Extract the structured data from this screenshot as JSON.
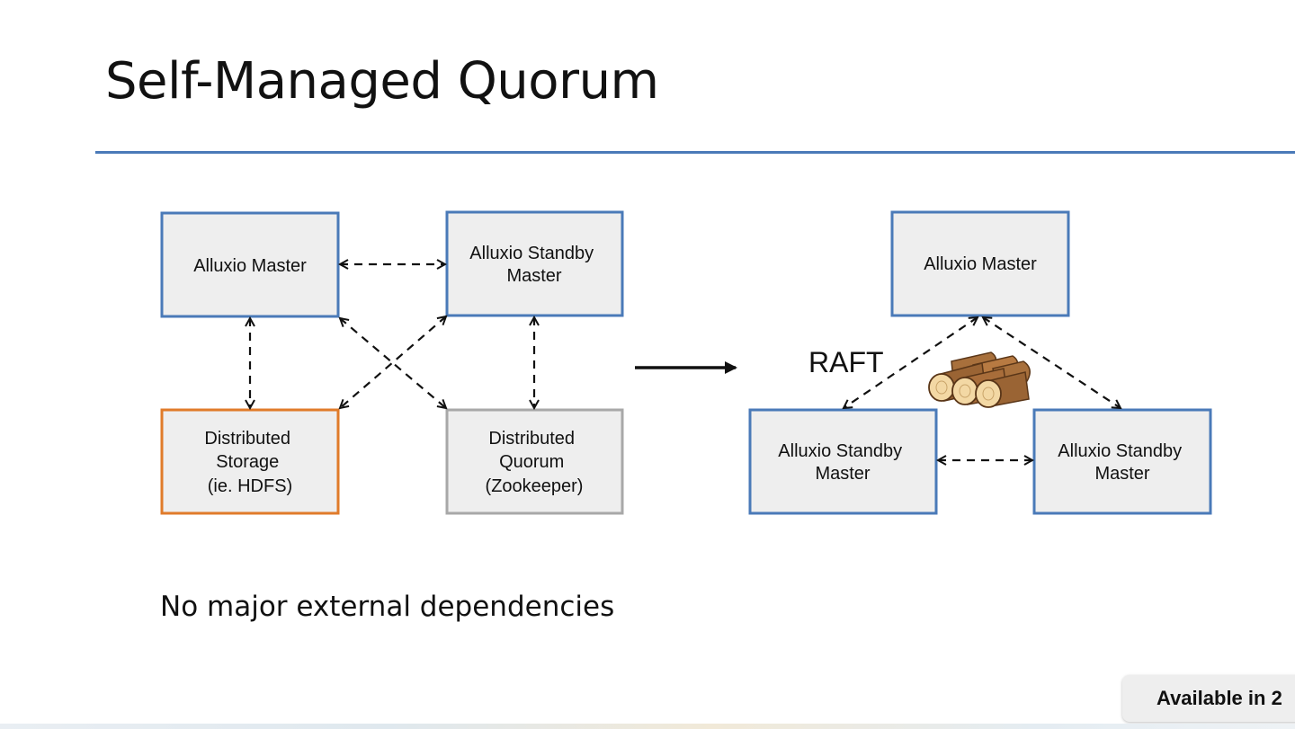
{
  "slide": {
    "title": "Self-Managed Quorum",
    "subtitle": "No major external dependencies",
    "badge_text": "Available in 2"
  },
  "diagram": {
    "left": {
      "master": [
        "Alluxio Master"
      ],
      "standby": [
        "Alluxio Standby",
        "Master"
      ],
      "storage": [
        "Distributed",
        "Storage",
        "(ie. HDFS)"
      ],
      "quorum": [
        "Distributed",
        "Quorum",
        "(Zookeeper)"
      ]
    },
    "right": {
      "master": [
        "Alluxio Master"
      ],
      "standby_left": [
        "Alluxio Standby",
        "Master"
      ],
      "standby_right": [
        "Alluxio Standby",
        "Master"
      ],
      "protocol_label": "RAFT"
    },
    "logs_icon": "wooden-logs-icon"
  },
  "colors": {
    "rule": "#4a7ab8",
    "box_border_blue": "#4a7ab8",
    "box_border_orange": "#e07b2a",
    "box_border_gray": "#a8a8a8",
    "box_fill": "#eeeeee"
  }
}
